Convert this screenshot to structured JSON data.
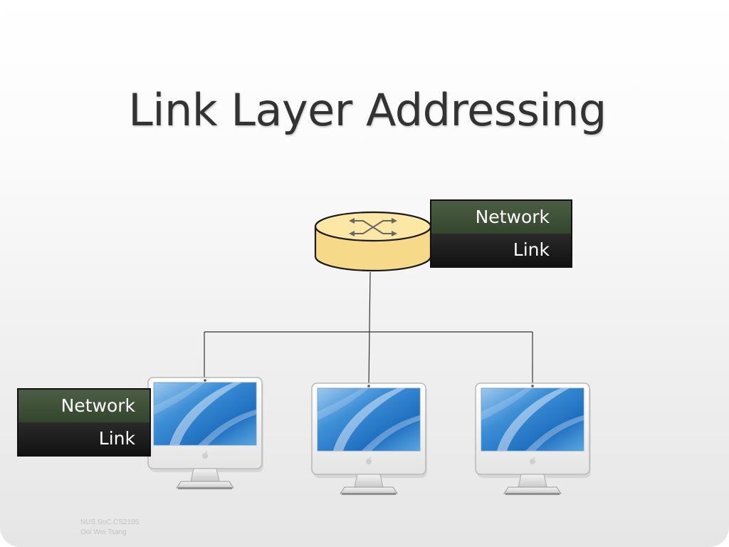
{
  "slide": {
    "title": "Link Layer Addressing"
  },
  "router_stack": {
    "network_label": "Network",
    "link_label": "Link"
  },
  "host_stack": {
    "network_label": "Network",
    "link_label": "Link"
  },
  "footer": {
    "line1": "NUS.SoC.CS2105",
    "line2": "Ooi Wei Tsang"
  },
  "colors": {
    "router_fill": "#fbe49b",
    "network_layer": "#3d4f36",
    "link_layer": "#1c1c1c",
    "title_text": "#333333"
  },
  "icons": {
    "router": "router-icon",
    "host": "imac-computer-icon"
  }
}
